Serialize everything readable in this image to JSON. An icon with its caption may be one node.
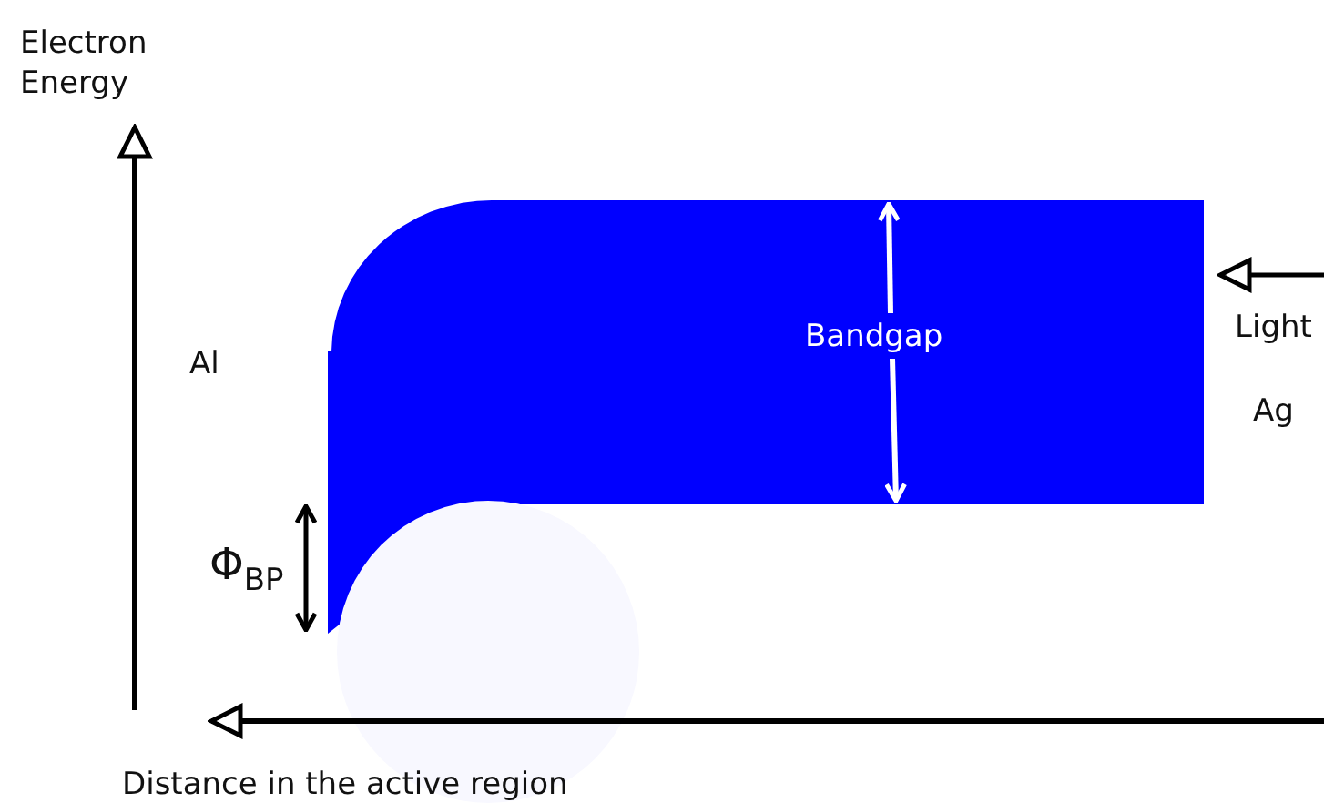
{
  "diagram": {
    "labels": [
      "Electron Energy",
      "Al",
      "Bandgap",
      "Light",
      "Ag",
      "Φ$_{BP}$",
      "Distance in the active region"
    ]
  }
}
